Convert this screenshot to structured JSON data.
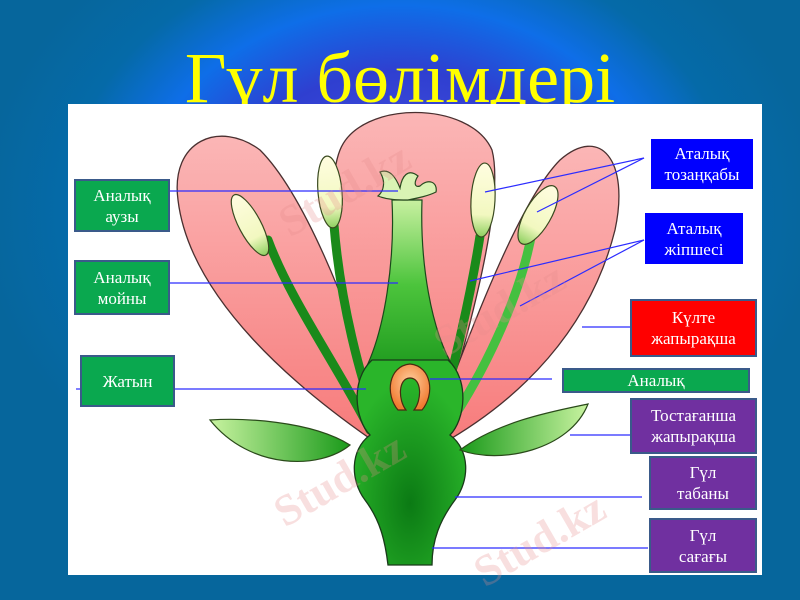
{
  "title": "Гүл бөлімдері",
  "colors": {
    "title": "#ffff00",
    "petal": "#f98b8b",
    "stem": "#1faa1f",
    "anther": "#fffcc8",
    "ovule": "#f39040",
    "label_green": "#0aa84f",
    "label_blue": "#0000ff",
    "label_red": "#ff0000",
    "label_purple": "#7030a0",
    "leader_line": "#2c2cff"
  },
  "labels": {
    "stigma": {
      "line1": "Аналық",
      "line2": "аузы"
    },
    "style": {
      "line1": "Аналық",
      "line2": "мойны"
    },
    "ovary": {
      "line1": "Жатын"
    },
    "anther": {
      "line1": "Аталық",
      "line2": "тозаңқабы"
    },
    "filament": {
      "line1": "Аталық",
      "line2": "жіпшесі"
    },
    "petal": {
      "line1": "Күлте",
      "line2": "жапырақша"
    },
    "pistil": {
      "line1": "Аналық"
    },
    "sepal": {
      "line1": "Тостағанша",
      "line2": "жапырақша"
    },
    "receptacle": {
      "line1": "Гүл",
      "line2": "табаны"
    },
    "pedicel": {
      "line1": "Гүл",
      "line2": "сағағы"
    }
  },
  "watermark": "Stud.kz"
}
